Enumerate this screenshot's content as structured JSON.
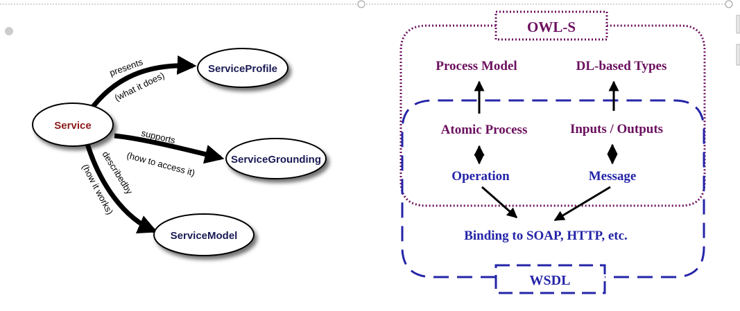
{
  "left_diagram": {
    "center_node": "Service",
    "nodes": {
      "profile": "ServiceProfile",
      "grounding": "ServiceGrounding",
      "model": "ServiceModel"
    },
    "edges": {
      "presents": {
        "label": "presents",
        "sublabel": "(what it does)"
      },
      "supports": {
        "label": "supports",
        "sublabel": "(how to access it)"
      },
      "describedby": {
        "label": "describedby",
        "sublabel": "(how it works)"
      }
    }
  },
  "right_diagram": {
    "owls_title": "OWL-S",
    "wsdl_title": "WSDL",
    "process_model": "Process Model",
    "dl_types": "DL-based Types",
    "atomic_process": "Atomic Process",
    "inputs_outputs": "Inputs / Outputs",
    "operation": "Operation",
    "message": "Message",
    "binding": "Binding to SOAP, HTTP, etc."
  },
  "colors": {
    "owls_purple": "#6b0f5e",
    "wsdl_blue": "#2424a8",
    "service_red": "#8b1a1a",
    "node_text": "#1a1a55",
    "arrow": "#000000"
  }
}
